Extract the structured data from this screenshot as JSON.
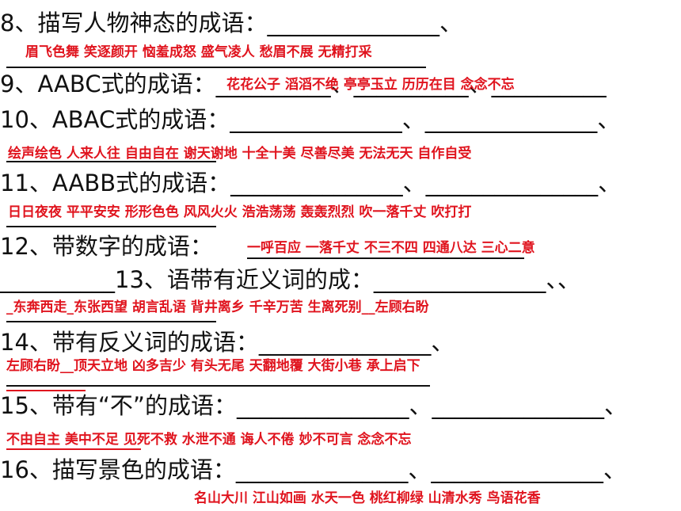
{
  "questions": [
    {
      "label": "8、描写人物神态的成语：_______________、",
      "answers": "眉飞色舞   笑逐颜开   恼羞成怒    盛气凌人    愁眉不展    无精打采"
    },
    {
      "label": "9、AABC式的成语：__________、__________、__________",
      "answers": "花花公子   滔滔不绝  亭亭玉立   历历在目    念念不忘"
    },
    {
      "label": "10、ABAC式的成语：_______________、_______________、",
      "answers": "绘声绘色   人来人往   自由自在    谢天谢地   十全十美  尽善尽美   无法无天    自作自受"
    },
    {
      "label": "11、AABB式的成语：_______________、_______________、",
      "answers": "日日夜夜  平平安安    形形色色     风风火火      浩浩荡荡     轰轰烈烈     吹一落千丈  吹打打"
    },
    {
      "label": "12、带数字的成语：",
      "answers": "一呼百应     一落千丈     不三不四     四通八达   三心二意"
    },
    {
      "label": "__________13、语带有近义词的成：_______________、、",
      "answers": "_东奔西走_东张西望    胡言乱语     背井离乡      千辛万苦     生离死别__左顾右盼"
    },
    {
      "label": "14、带有反义词的成语：_______________、",
      "answers": "左顾右盼__顶天立地      凶多吉少     有头无尾   天翻地覆       大街小巷      承上启下"
    },
    {
      "label": "15、带有“不”的成语：_______________、_______________、",
      "answers": "  不由自主    美中不足   见死不救     水泄不通      诲人不倦      妙不可言       念念不忘"
    },
    {
      "label": "16、描写景色的成语：_______________、_______________、",
      "answers": "名山大川      江山如画    水天一色    桃红柳绿    山清水秀   鸟语花香"
    }
  ],
  "colors": {
    "text": "#111111",
    "answer": "#e0141e",
    "background": "#ffffff"
  }
}
